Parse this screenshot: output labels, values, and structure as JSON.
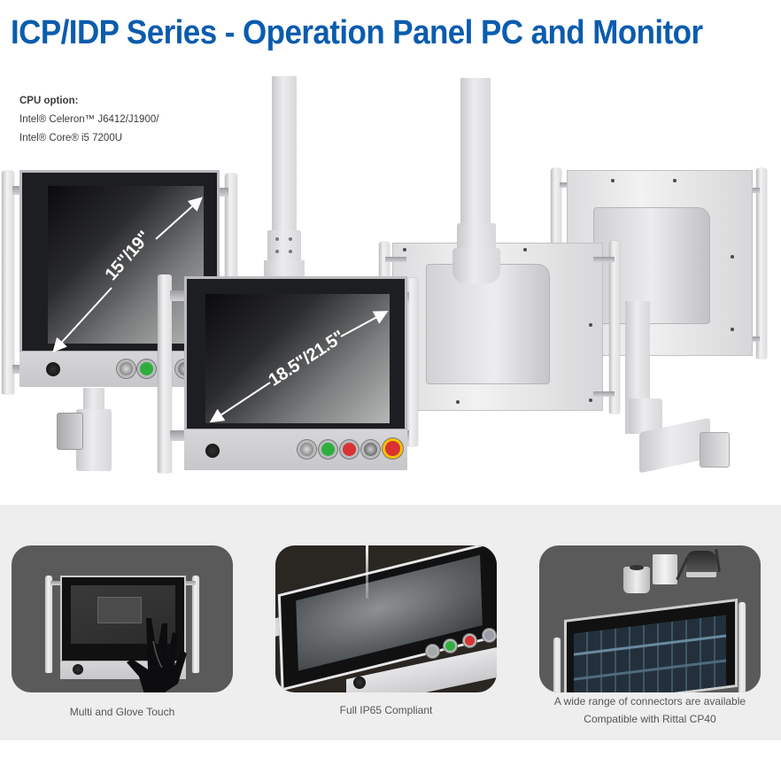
{
  "header": {
    "title": "ICP/IDP Series - Operation Panel PC and Monitor"
  },
  "cpu_info": {
    "heading": "CPU option:",
    "line1": "Intel® Celeron™ J6412/J1900/",
    "line2": "Intel® Core® i5 7200U"
  },
  "hero": {
    "monitor_small_size": "15\"/19\"",
    "monitor_large_size": "18.5\"/21.5\""
  },
  "features": [
    {
      "caption_line1": "Multi and Glove Touch",
      "caption_line2": ""
    },
    {
      "caption_line1": "Full IP65 Compliant",
      "caption_line2": ""
    },
    {
      "caption_line1": "A wide range of connectors are available",
      "caption_line2": "Compatible with Rittal CP40"
    }
  ],
  "colors": {
    "title_blue": "#0b5cad",
    "strip_gray": "#eeeeee",
    "card_gray": "#5b5a5a",
    "button_green": "#2fae3e",
    "button_red": "#d83232",
    "estop_yellow": "#f2c200"
  }
}
